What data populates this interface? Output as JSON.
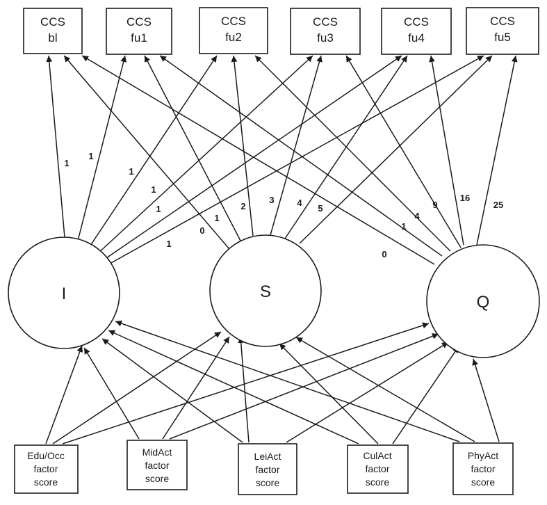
{
  "observed": [
    {
      "id": "bl",
      "lines": [
        "CCS",
        "bl"
      ]
    },
    {
      "id": "fu1",
      "lines": [
        "CCS",
        "fu1"
      ]
    },
    {
      "id": "fu2",
      "lines": [
        "CCS",
        "fu2"
      ]
    },
    {
      "id": "fu3",
      "lines": [
        "CCS",
        "fu3"
      ]
    },
    {
      "id": "fu4",
      "lines": [
        "CCS",
        "fu4"
      ]
    },
    {
      "id": "fu5",
      "lines": [
        "CCS",
        "fu5"
      ]
    }
  ],
  "latent": [
    {
      "id": "I",
      "label": "I"
    },
    {
      "id": "S",
      "label": "S"
    },
    {
      "id": "Q",
      "label": "Q"
    }
  ],
  "predictors": [
    {
      "id": "edu",
      "lines": [
        "Edu/Occ",
        "factor",
        "score"
      ]
    },
    {
      "id": "mid",
      "lines": [
        "MidAct",
        "factor",
        "score"
      ]
    },
    {
      "id": "lei",
      "lines": [
        "LeiAct",
        "factor",
        "score"
      ]
    },
    {
      "id": "cul",
      "lines": [
        "CulAct",
        "factor",
        "score"
      ]
    },
    {
      "id": "phy",
      "lines": [
        "PhyAct",
        "factor",
        "score"
      ]
    }
  ],
  "loadings": {
    "I": [
      "1",
      "1",
      "1",
      "1",
      "1",
      "1"
    ],
    "S": [
      "0",
      "1",
      "2",
      "3",
      "4",
      "5"
    ],
    "Q": [
      "0",
      "1",
      "4",
      "9",
      "16",
      "25"
    ]
  }
}
